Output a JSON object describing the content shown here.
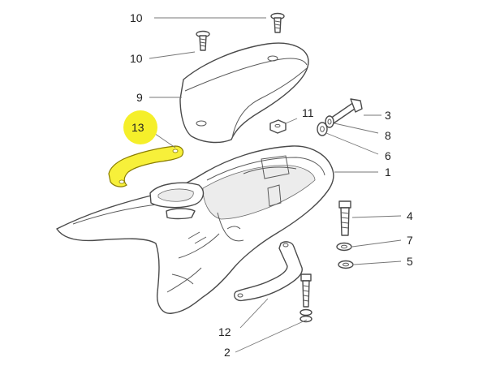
{
  "callouts": {
    "c10a": "10",
    "c10b": "10",
    "c9": "9",
    "c13": "13",
    "c11": "11",
    "c3": "3",
    "c8": "8",
    "c6": "6",
    "c1": "1",
    "c4": "4",
    "c7": "7",
    "c5": "5",
    "c12": "12",
    "c2": "2"
  },
  "highlight": {
    "part": "13",
    "color": "#f5ef2a"
  }
}
